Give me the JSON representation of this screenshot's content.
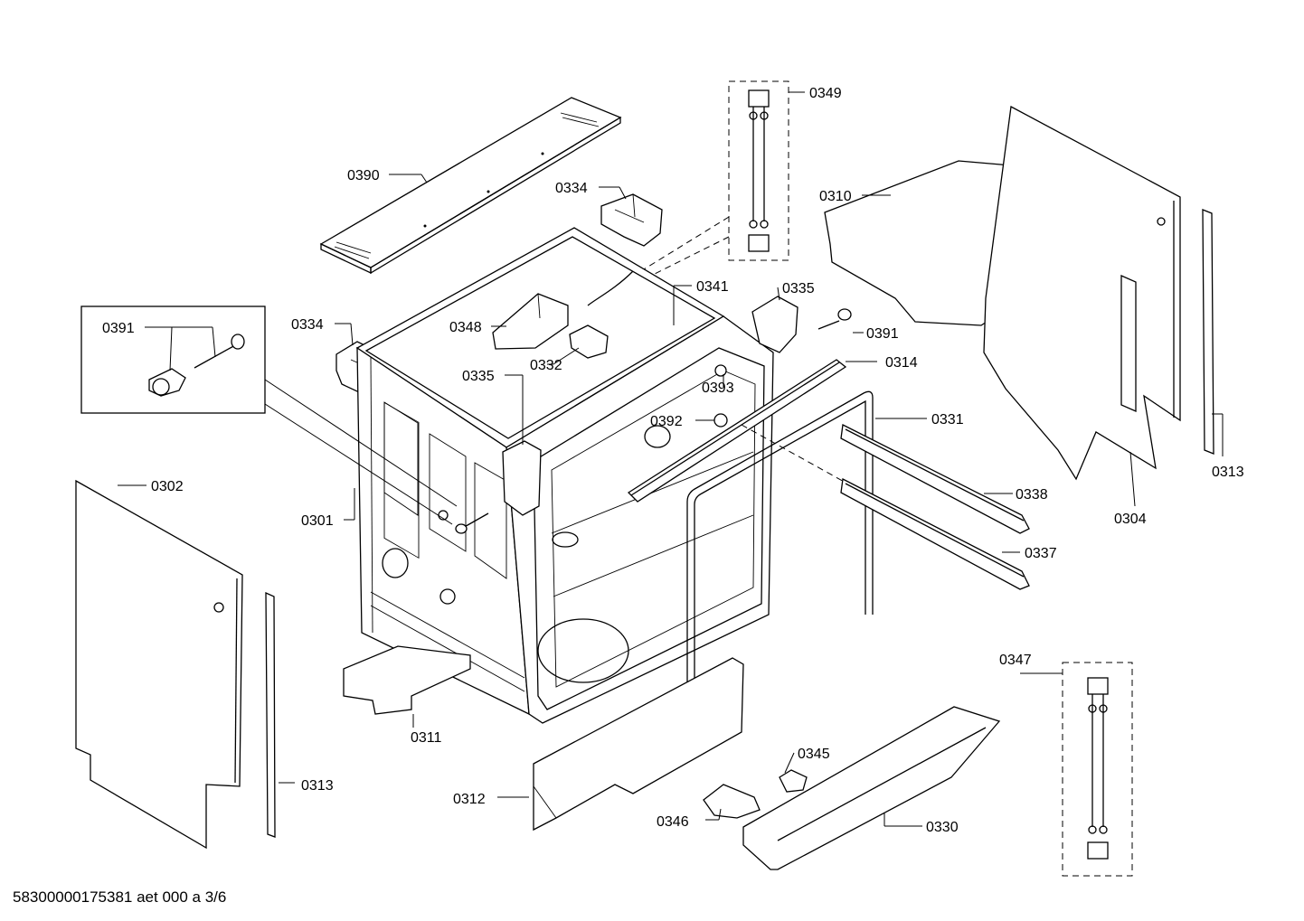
{
  "diagram": {
    "footer_code": "58300000175381 aet 000 a 3/6",
    "labels": {
      "p0390": "0390",
      "p0334a": "0334",
      "p0349": "0349",
      "p0310": "0310",
      "p0391a": "0391",
      "p0334b": "0334",
      "p0348": "0348",
      "p0341": "0341",
      "p0335a": "0335",
      "p0391b": "0391",
      "p0332": "0332",
      "p0335b": "0335",
      "p0314": "0314",
      "p0393": "0393",
      "p0392": "0392",
      "p0331": "0331",
      "p0302": "0302",
      "p0301": "0301",
      "p0338": "0338",
      "p0313a": "0313",
      "p0304": "0304",
      "p0337": "0337",
      "p0347": "0347",
      "p0311": "0311",
      "p0345": "0345",
      "p0313b": "0313",
      "p0312": "0312",
      "p0346": "0346",
      "p0330": "0330"
    }
  }
}
